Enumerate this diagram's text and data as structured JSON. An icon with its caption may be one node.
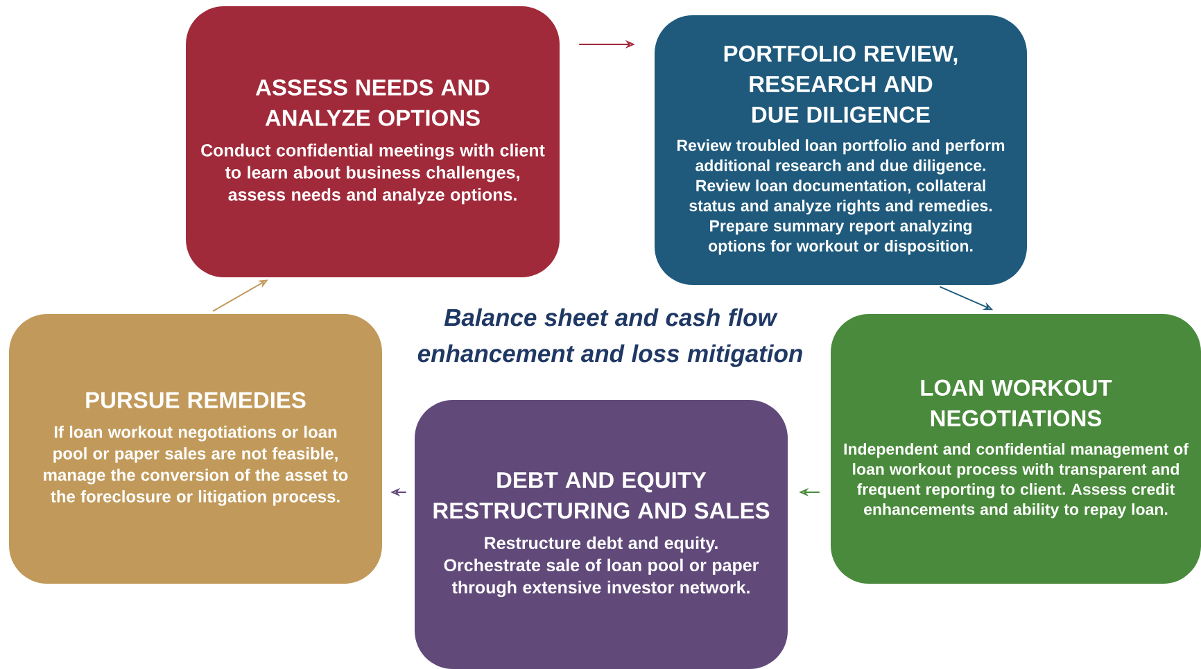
{
  "diagram": {
    "nodes": [
      {
        "text": [
          "ASSESS NEEDS AND ANALYZE OPTIONS",
          "Conduct confidential meetings with client to learn about business challenges, assess needs and analyze options."
        ]
      },
      {
        "text": [
          "PORTFOLIO REVIEW, RESEARCH AND DUE DILIGENCE",
          "Review troubled loan portfolio and perform additional research and due diligence. Review loan documentation, collateral status and analyze rights and remedies. Prepare summary report analyzing options for workout or disposition."
        ]
      },
      {
        "text": [
          "LOAN WORKOUT NEGOTIATIONS",
          "Independent and confidential management of loan workout process with transparent and frequent reporting to client. Assess credit enhancements and ability to repay loan."
        ]
      },
      {
        "text": [
          "DEBT AND EQUITY RESTRUCTURING AND SALES",
          "Restructure debt and equity. Orchestrate sale of loan pool or paper through extensive investor network."
        ]
      },
      {
        "text": [
          "PURSUE REMEDIES",
          "If loan workout negotiations or loan pool or paper sales are not feasible, manage the conversion of the asset to the foreclosure or litigation process."
        ]
      }
    ],
    "edges": [
      {
        "from": 0,
        "to": 1,
        "arrow": "to",
        "color": "#a12a3a"
      },
      {
        "from": 1,
        "to": 2,
        "arrow": "to",
        "color": "#1f5a7c"
      },
      {
        "from": 2,
        "to": 3,
        "arrow": "to",
        "color": "#4a8a3c"
      },
      {
        "from": 3,
        "to": 4,
        "arrow": "to",
        "color": "#614a7a"
      },
      {
        "from": 4,
        "to": 0,
        "arrow": "to",
        "color": "#c19a5b"
      }
    ],
    "labels": [
      "Balance sheet and cash flow enhancement and loss mitigation"
    ]
  }
}
